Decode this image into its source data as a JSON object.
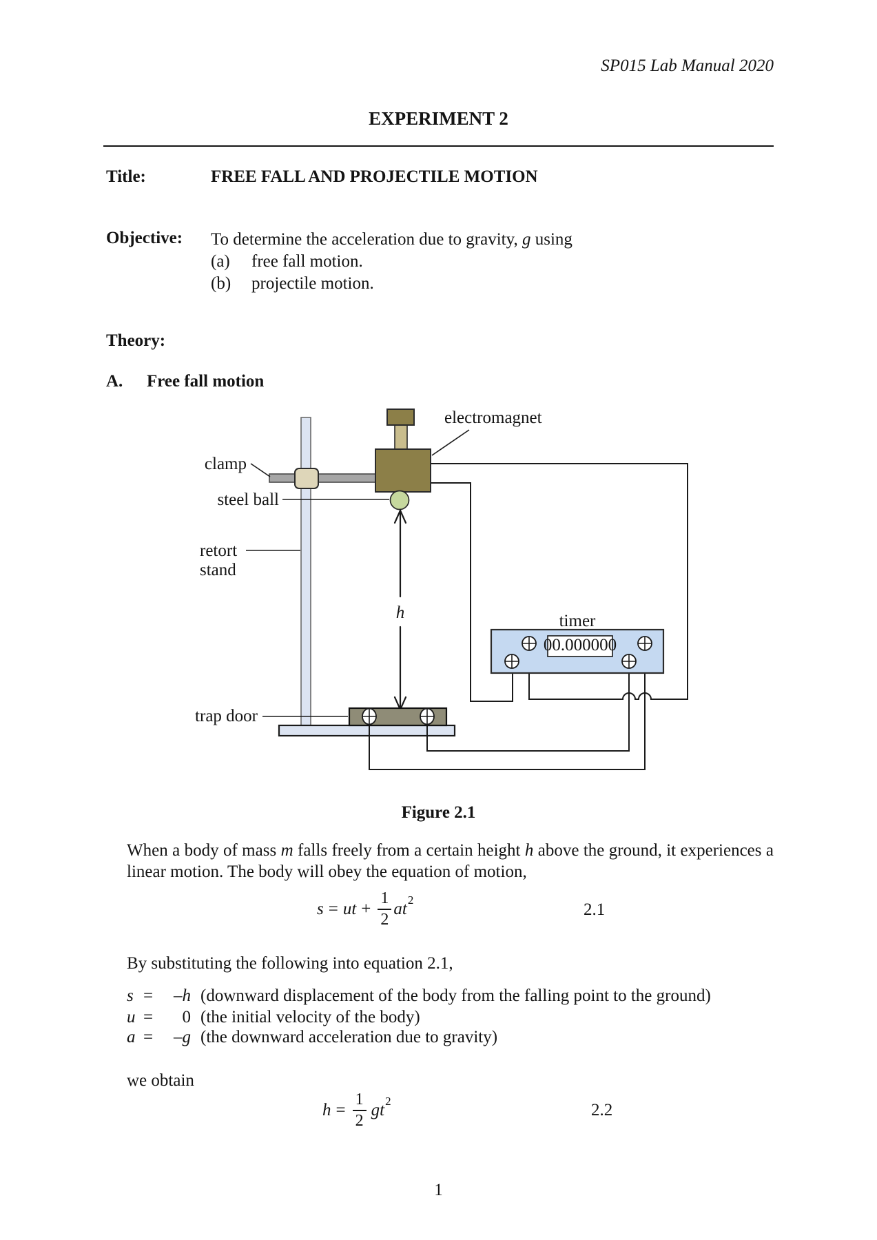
{
  "page": {
    "header": "SP015 Lab Manual 2020",
    "title": "EXPERIMENT 2",
    "page_number": "1"
  },
  "title_row": {
    "label": "Title:",
    "value": "FREE FALL AND PROJECTILE MOTION"
  },
  "objective": {
    "label": "Objective:",
    "intro_before": "To determine the acceleration due to gravity, ",
    "g_symbol": "g",
    "intro_after": " using",
    "items": [
      {
        "marker": "(a)",
        "text": "free fall motion."
      },
      {
        "marker": "(b)",
        "text": "projectile motion."
      }
    ]
  },
  "theory": {
    "label": "Theory:",
    "section_marker": "A.",
    "section_title": "Free fall motion"
  },
  "figure": {
    "caption": "Figure 2.1",
    "labels": {
      "electromagnet": "electromagnet",
      "clamp": "clamp",
      "steel_ball": "steel ball",
      "retort_line1": "retort",
      "retort_line2": "stand",
      "trap_door": "trap door",
      "timer": "timer",
      "height_symbol": "h",
      "timer_display": "00.000000"
    },
    "colors": {
      "electromagnet": "#8c7f48",
      "stem": "#c9bd8d",
      "clamp": "#ded6b9",
      "bar": "#a6a6a6",
      "rod": "#dce4f2",
      "ball": "#c6d89e",
      "timer_body": "#c5d9f1",
      "trap_door": "#8f8c77",
      "base_plate": "#dce4f2"
    }
  },
  "paragraph": {
    "part1": "When a body of mass ",
    "m_symbol": "m",
    "part2": " falls freely from a certain height ",
    "h_symbol": "h",
    "part3": " above the ground, it experiences a linear motion. The body will obey the equation of motion,"
  },
  "eq1": {
    "lhs": "s",
    "rel": "=",
    "term1": "ut",
    "op": "+",
    "num": "1",
    "den": "2",
    "term2": "at",
    "sup": "2",
    "number": "2.1"
  },
  "substitution": {
    "intro": "By substituting the following into equation 2.1,",
    "rows": [
      {
        "var": "s",
        "eq": "=",
        "sign": "–",
        "value": "h",
        "desc": "(downward displacement of the body from the falling point to the ground)"
      },
      {
        "var": "u",
        "eq": "=",
        "sign": "",
        "value": "0",
        "desc": "(the initial velocity of the body)"
      },
      {
        "var": "a",
        "eq": "=",
        "sign": "–",
        "value": "g",
        "desc": "(the downward acceleration due to gravity)"
      }
    ],
    "outro": "we obtain"
  },
  "eq2": {
    "lhs": "h",
    "rel": "=",
    "num": "1",
    "den": "2",
    "term": "gt",
    "sup": "2",
    "number": "2.2"
  }
}
